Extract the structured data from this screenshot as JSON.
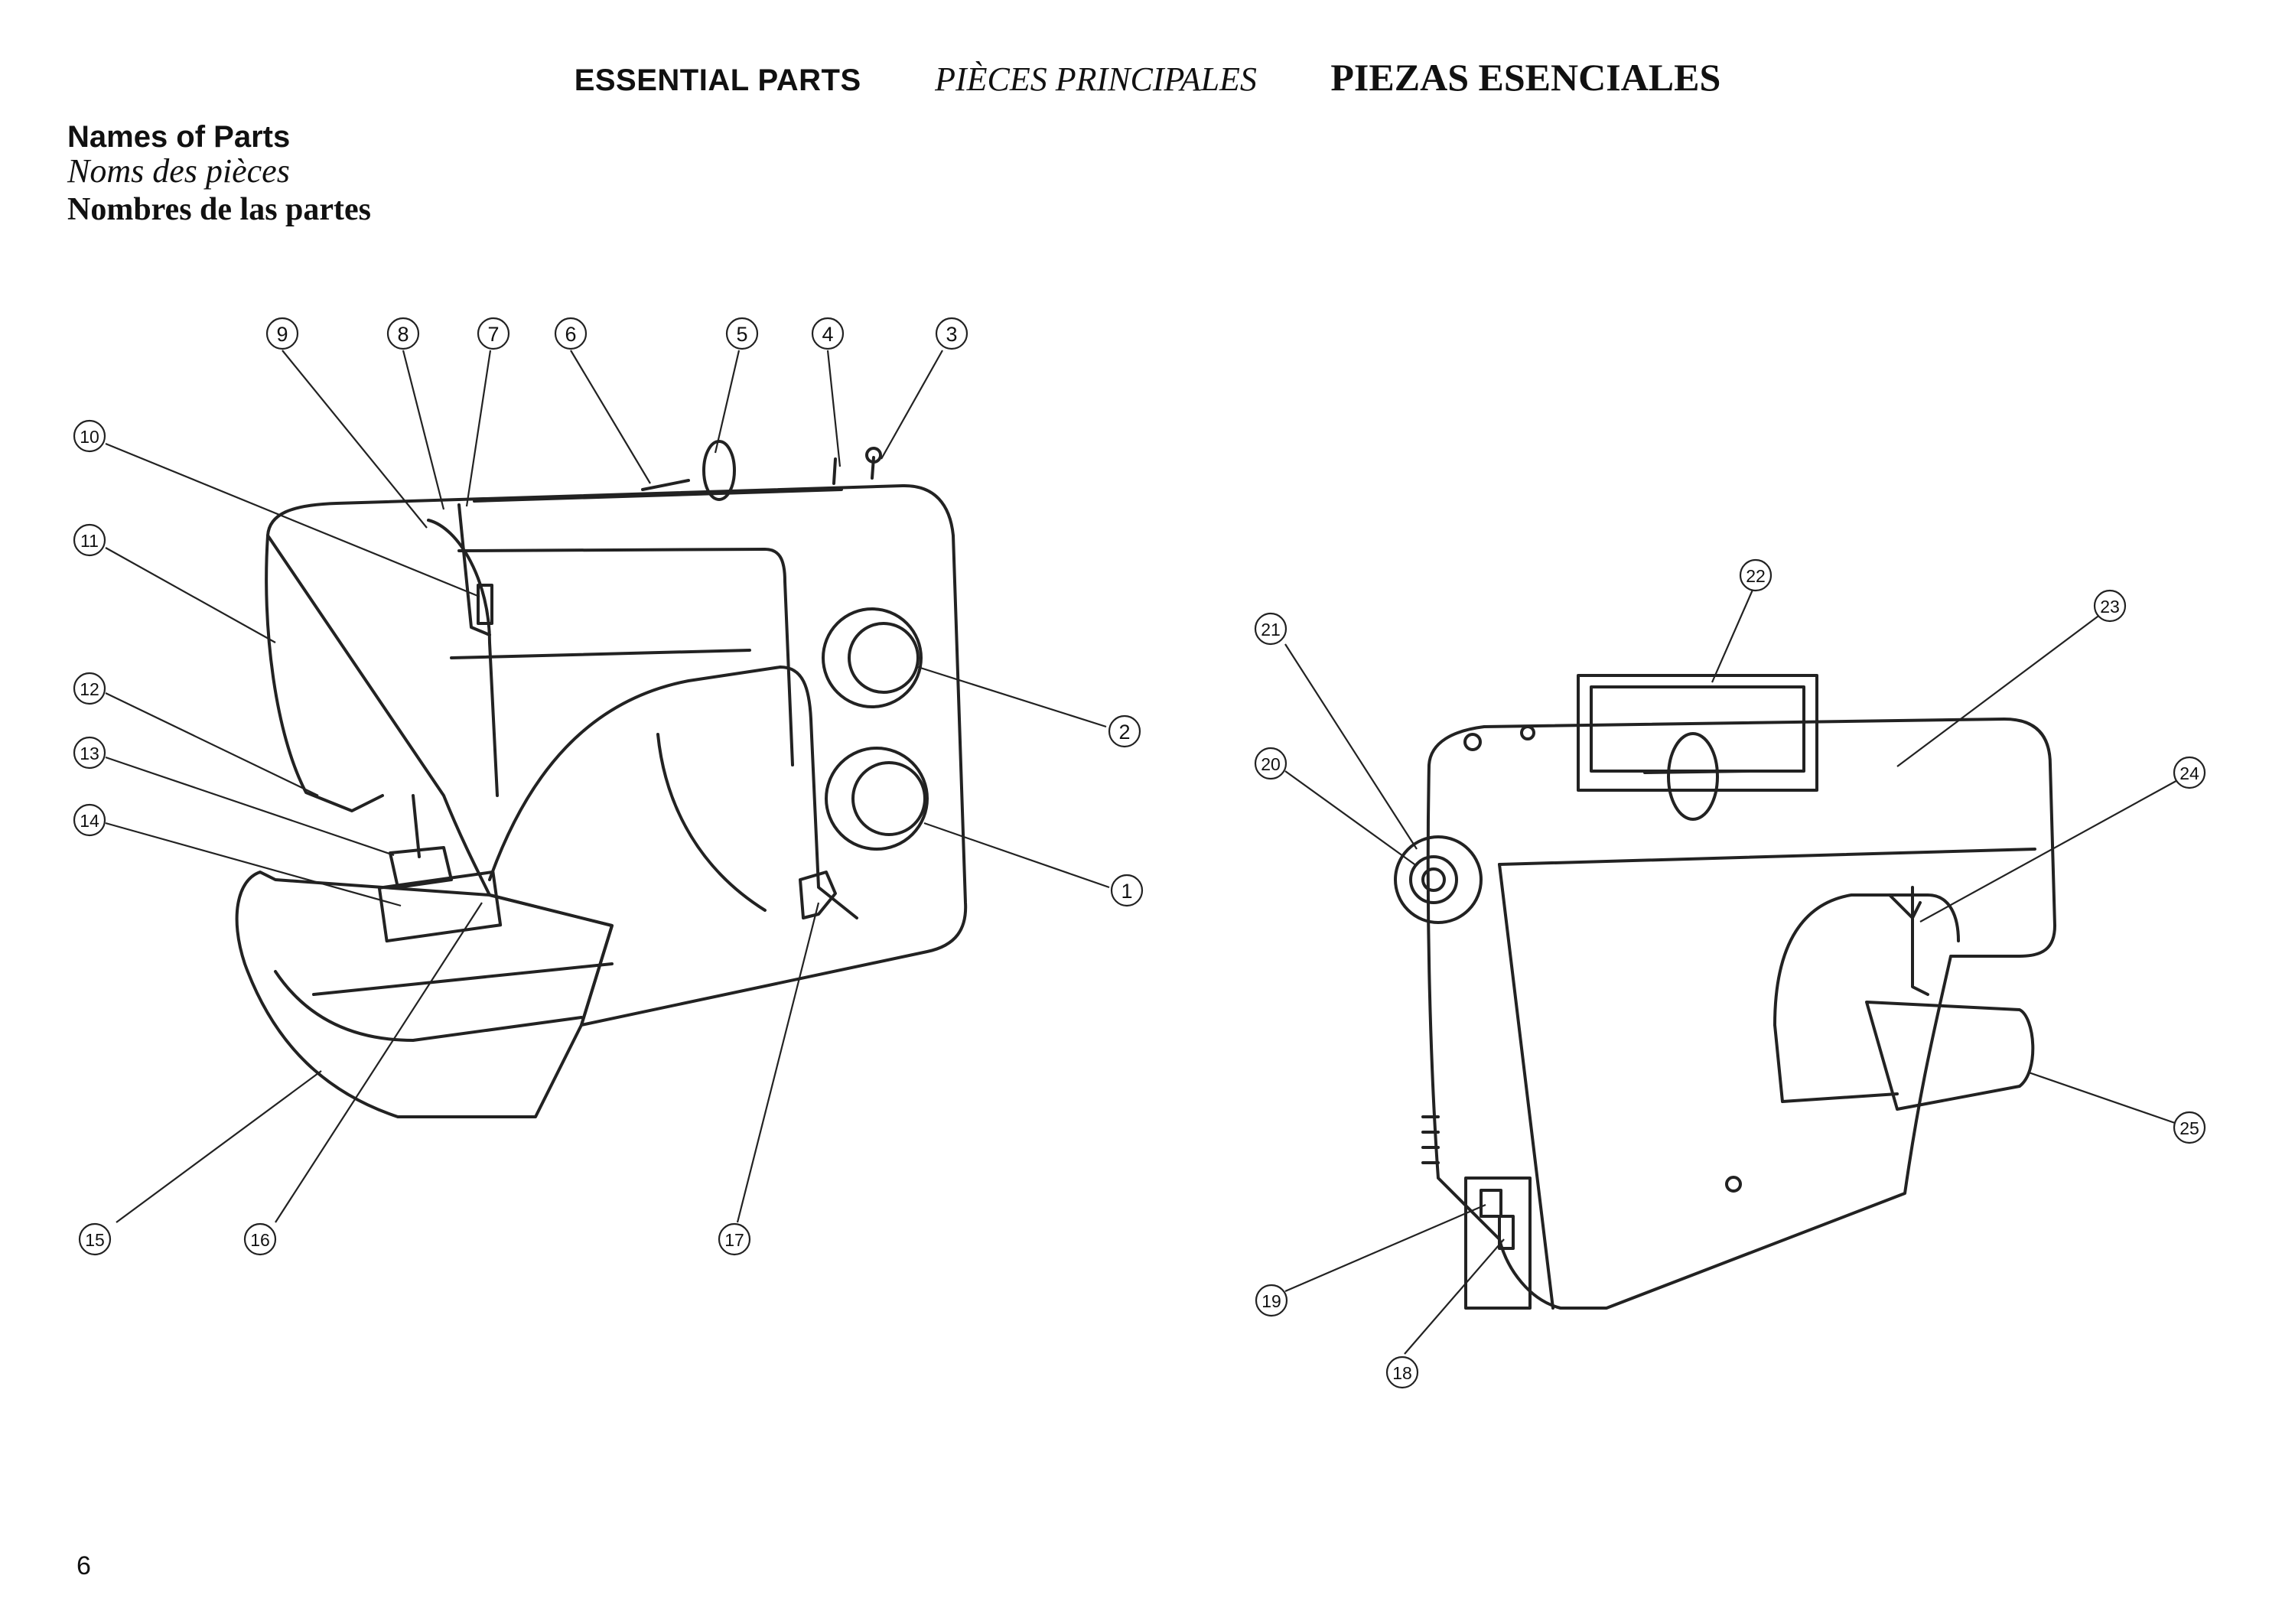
{
  "header": {
    "english": "ESSENTIAL PARTS",
    "french": "PIÈCES PRINCIPALES",
    "spanish": "PIEZAS ESENCIALES"
  },
  "subtitle": {
    "english": "Names of Parts",
    "french": "Noms des pièces",
    "spanish": "Nombres de las partes"
  },
  "page_number": "6",
  "callouts": [
    "1",
    "2",
    "3",
    "4",
    "5",
    "6",
    "7",
    "8",
    "9",
    "10",
    "11",
    "12",
    "13",
    "14",
    "15",
    "16",
    "17",
    "18",
    "19",
    "20",
    "21",
    "22",
    "23",
    "24",
    "25"
  ]
}
